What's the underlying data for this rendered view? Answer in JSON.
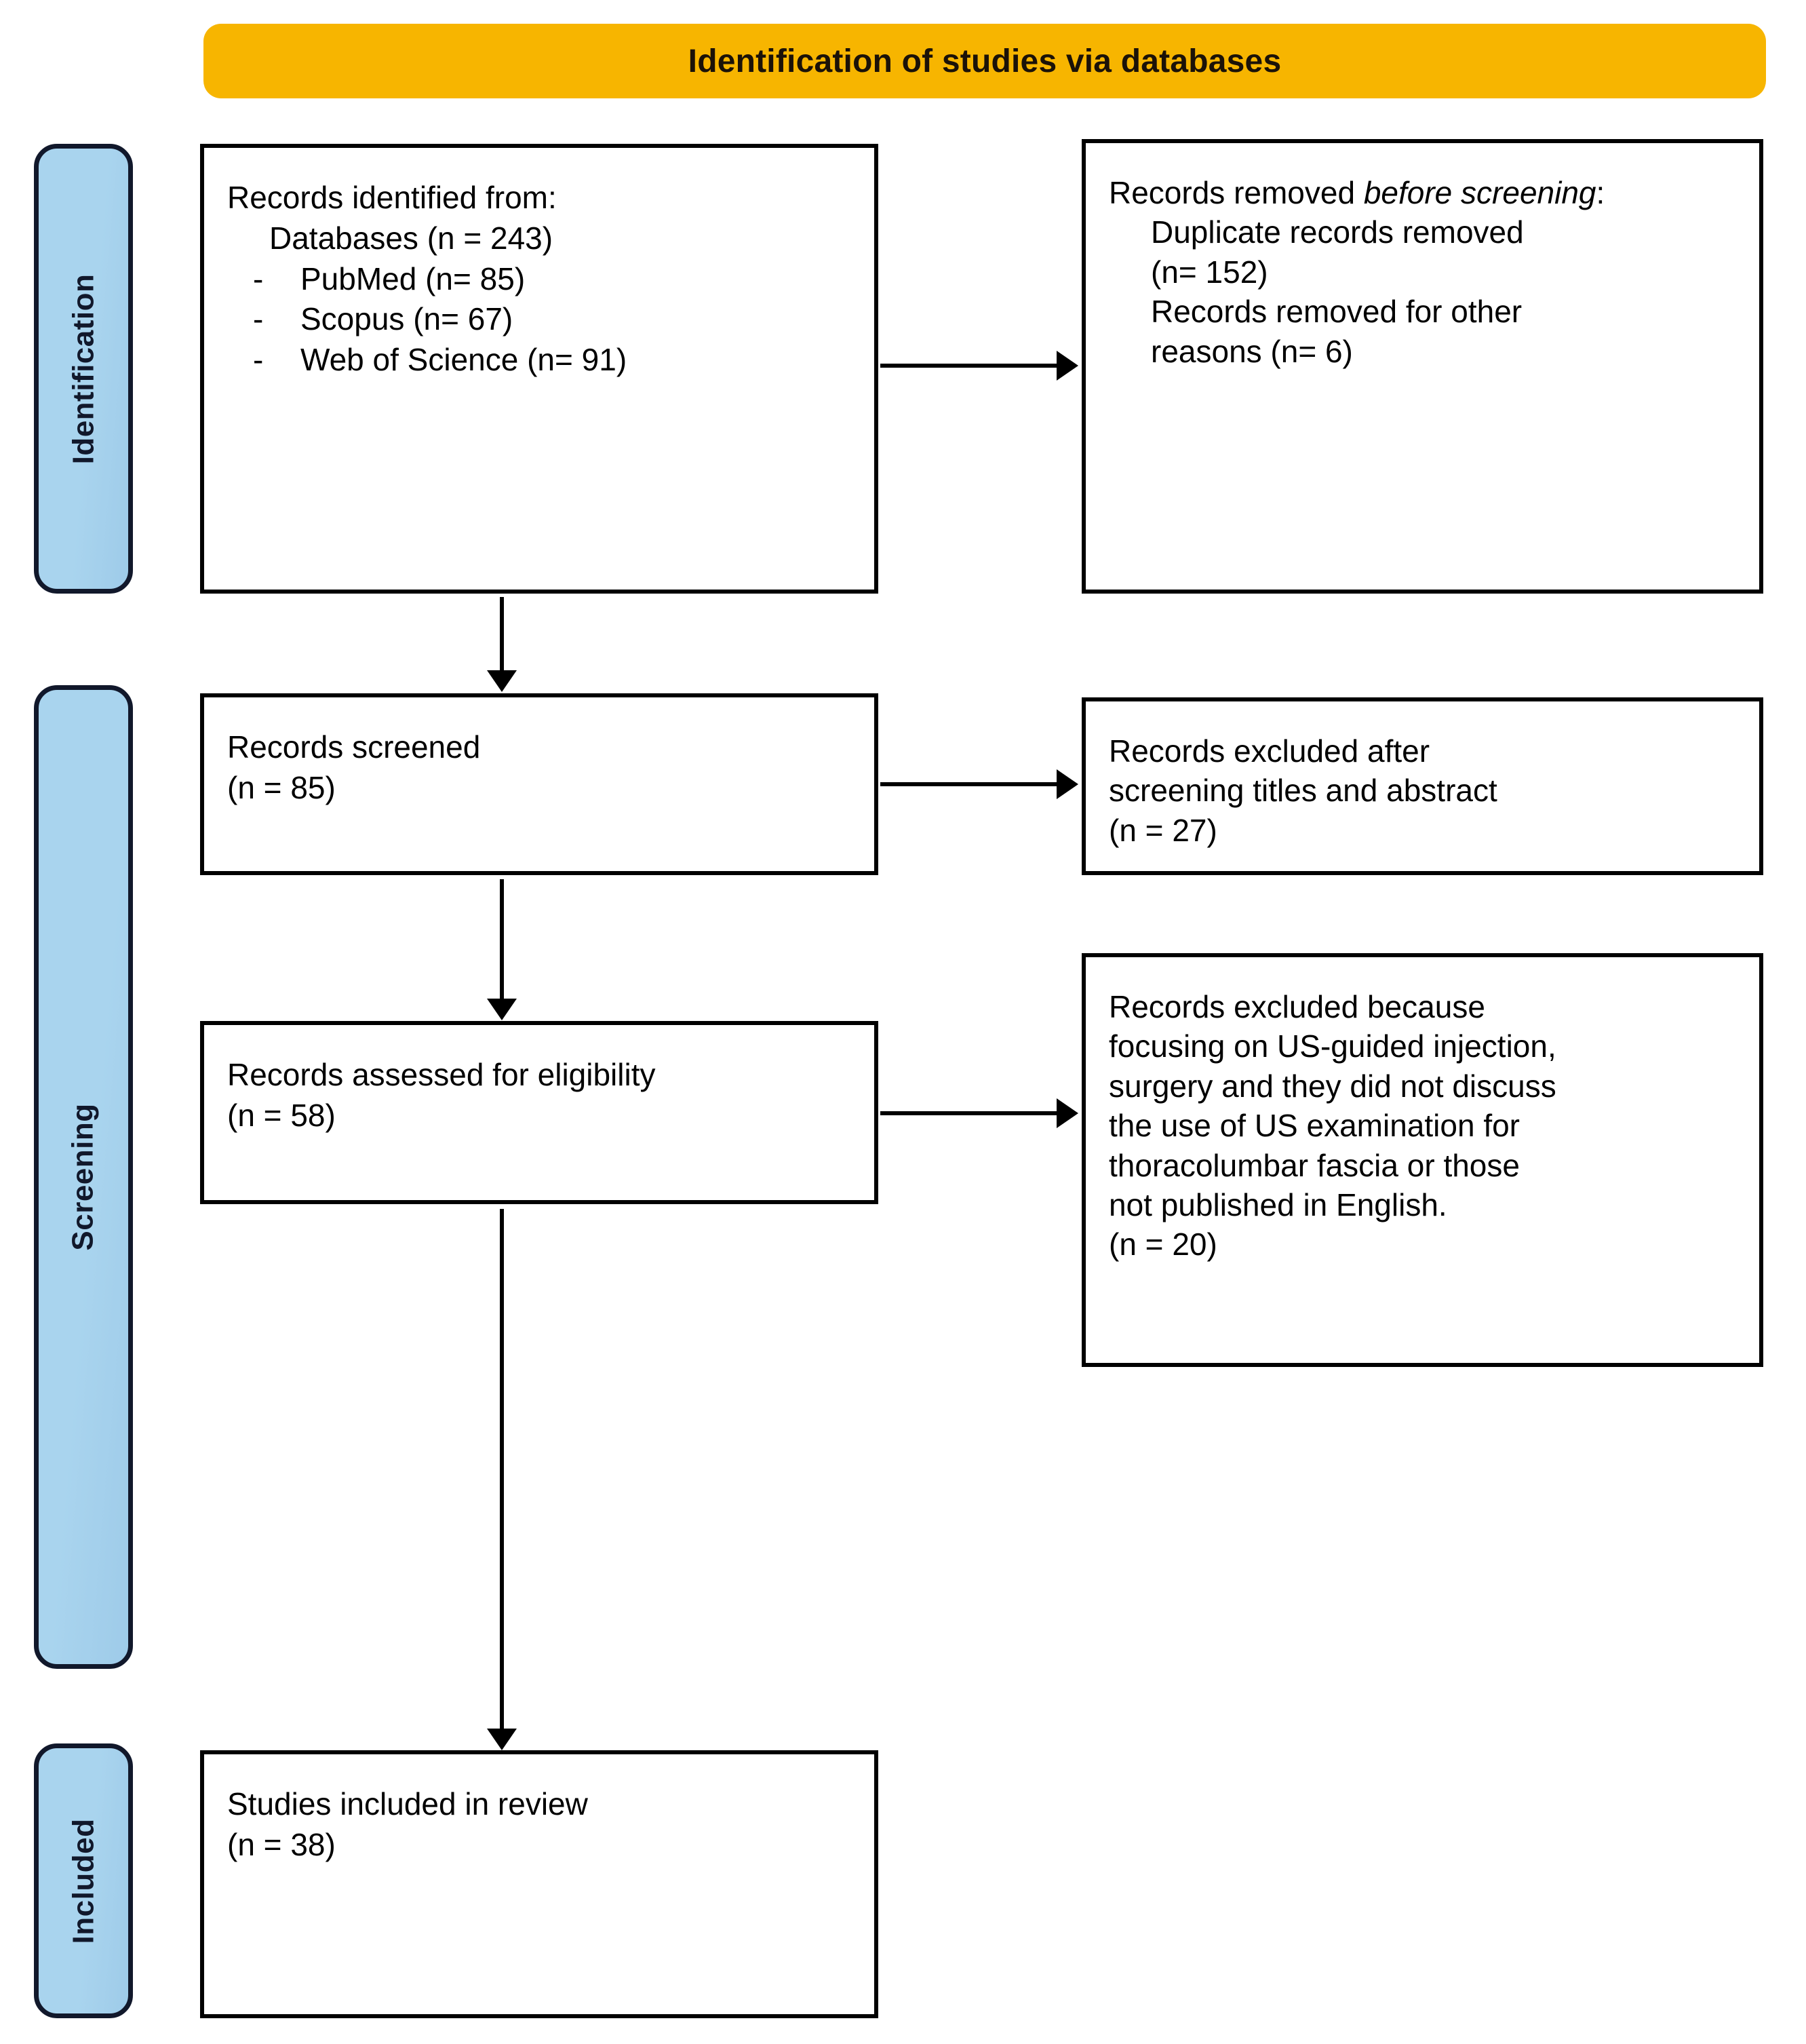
{
  "header": {
    "title": "Identification of studies via databases",
    "color": "#f7b500"
  },
  "stage_bars": {
    "color": "#a9d4ee",
    "border_color": "#11182b",
    "items": [
      {
        "label": "Identification"
      },
      {
        "label": "Screening"
      },
      {
        "label": "Included"
      }
    ]
  },
  "boxes": {
    "records_identified": {
      "line1": "Records identified from:",
      "line2": "Databases (n = 243)",
      "bullets": [
        {
          "dash": "-",
          "text": "PubMed (n= 85)"
        },
        {
          "dash": "-",
          "text": "Scopus (n= 67)"
        },
        {
          "dash": "-",
          "text": "Web of Science (n= 91)"
        }
      ]
    },
    "records_removed": {
      "line1_a": "Records removed ",
      "line1_italic": "before screening",
      "line1_b": ":",
      "line2": "Duplicate records removed\n(n= 152)\nRecords removed for other\nreasons (n= 6)"
    },
    "records_screened": {
      "text": "Records screened\n(n = 85)"
    },
    "excluded_after_screening": {
      "text": "Records excluded after\nscreening titles and abstract\n(n = 27)"
    },
    "records_assessed": {
      "text": "Records assessed for eligibility\n(n = 58)"
    },
    "excluded_eligibility": {
      "text": "Records excluded because\nfocusing on US-guided injection,\nsurgery and they did not discuss\nthe use of US examination for\nthoracolumbar fascia or those\nnot published in English.\n(n = 20)"
    },
    "studies_included": {
      "text": "Studies included in review\n(n = 38)"
    }
  },
  "chart_data": {
    "type": "table",
    "title": "Identification of studies via databases",
    "nodes": [
      {
        "stage": "Identification",
        "label": "Records identified from: Databases",
        "n": 243
      },
      {
        "stage": "Identification",
        "label": "PubMed",
        "n": 85
      },
      {
        "stage": "Identification",
        "label": "Scopus",
        "n": 67
      },
      {
        "stage": "Identification",
        "label": "Web of Science",
        "n": 91
      },
      {
        "stage": "Identification",
        "label": "Duplicate records removed",
        "n": 152
      },
      {
        "stage": "Identification",
        "label": "Records removed for other reasons",
        "n": 6
      },
      {
        "stage": "Screening",
        "label": "Records screened",
        "n": 85
      },
      {
        "stage": "Screening",
        "label": "Records excluded after screening titles and abstract",
        "n": 27
      },
      {
        "stage": "Screening",
        "label": "Records assessed for eligibility",
        "n": 58
      },
      {
        "stage": "Screening",
        "label": "Records excluded because focusing on US-guided injection, surgery and they did not discuss the use of US examination for thoracolumbar fascia or those not published in English.",
        "n": 20
      },
      {
        "stage": "Included",
        "label": "Studies included in review",
        "n": 38
      }
    ]
  }
}
